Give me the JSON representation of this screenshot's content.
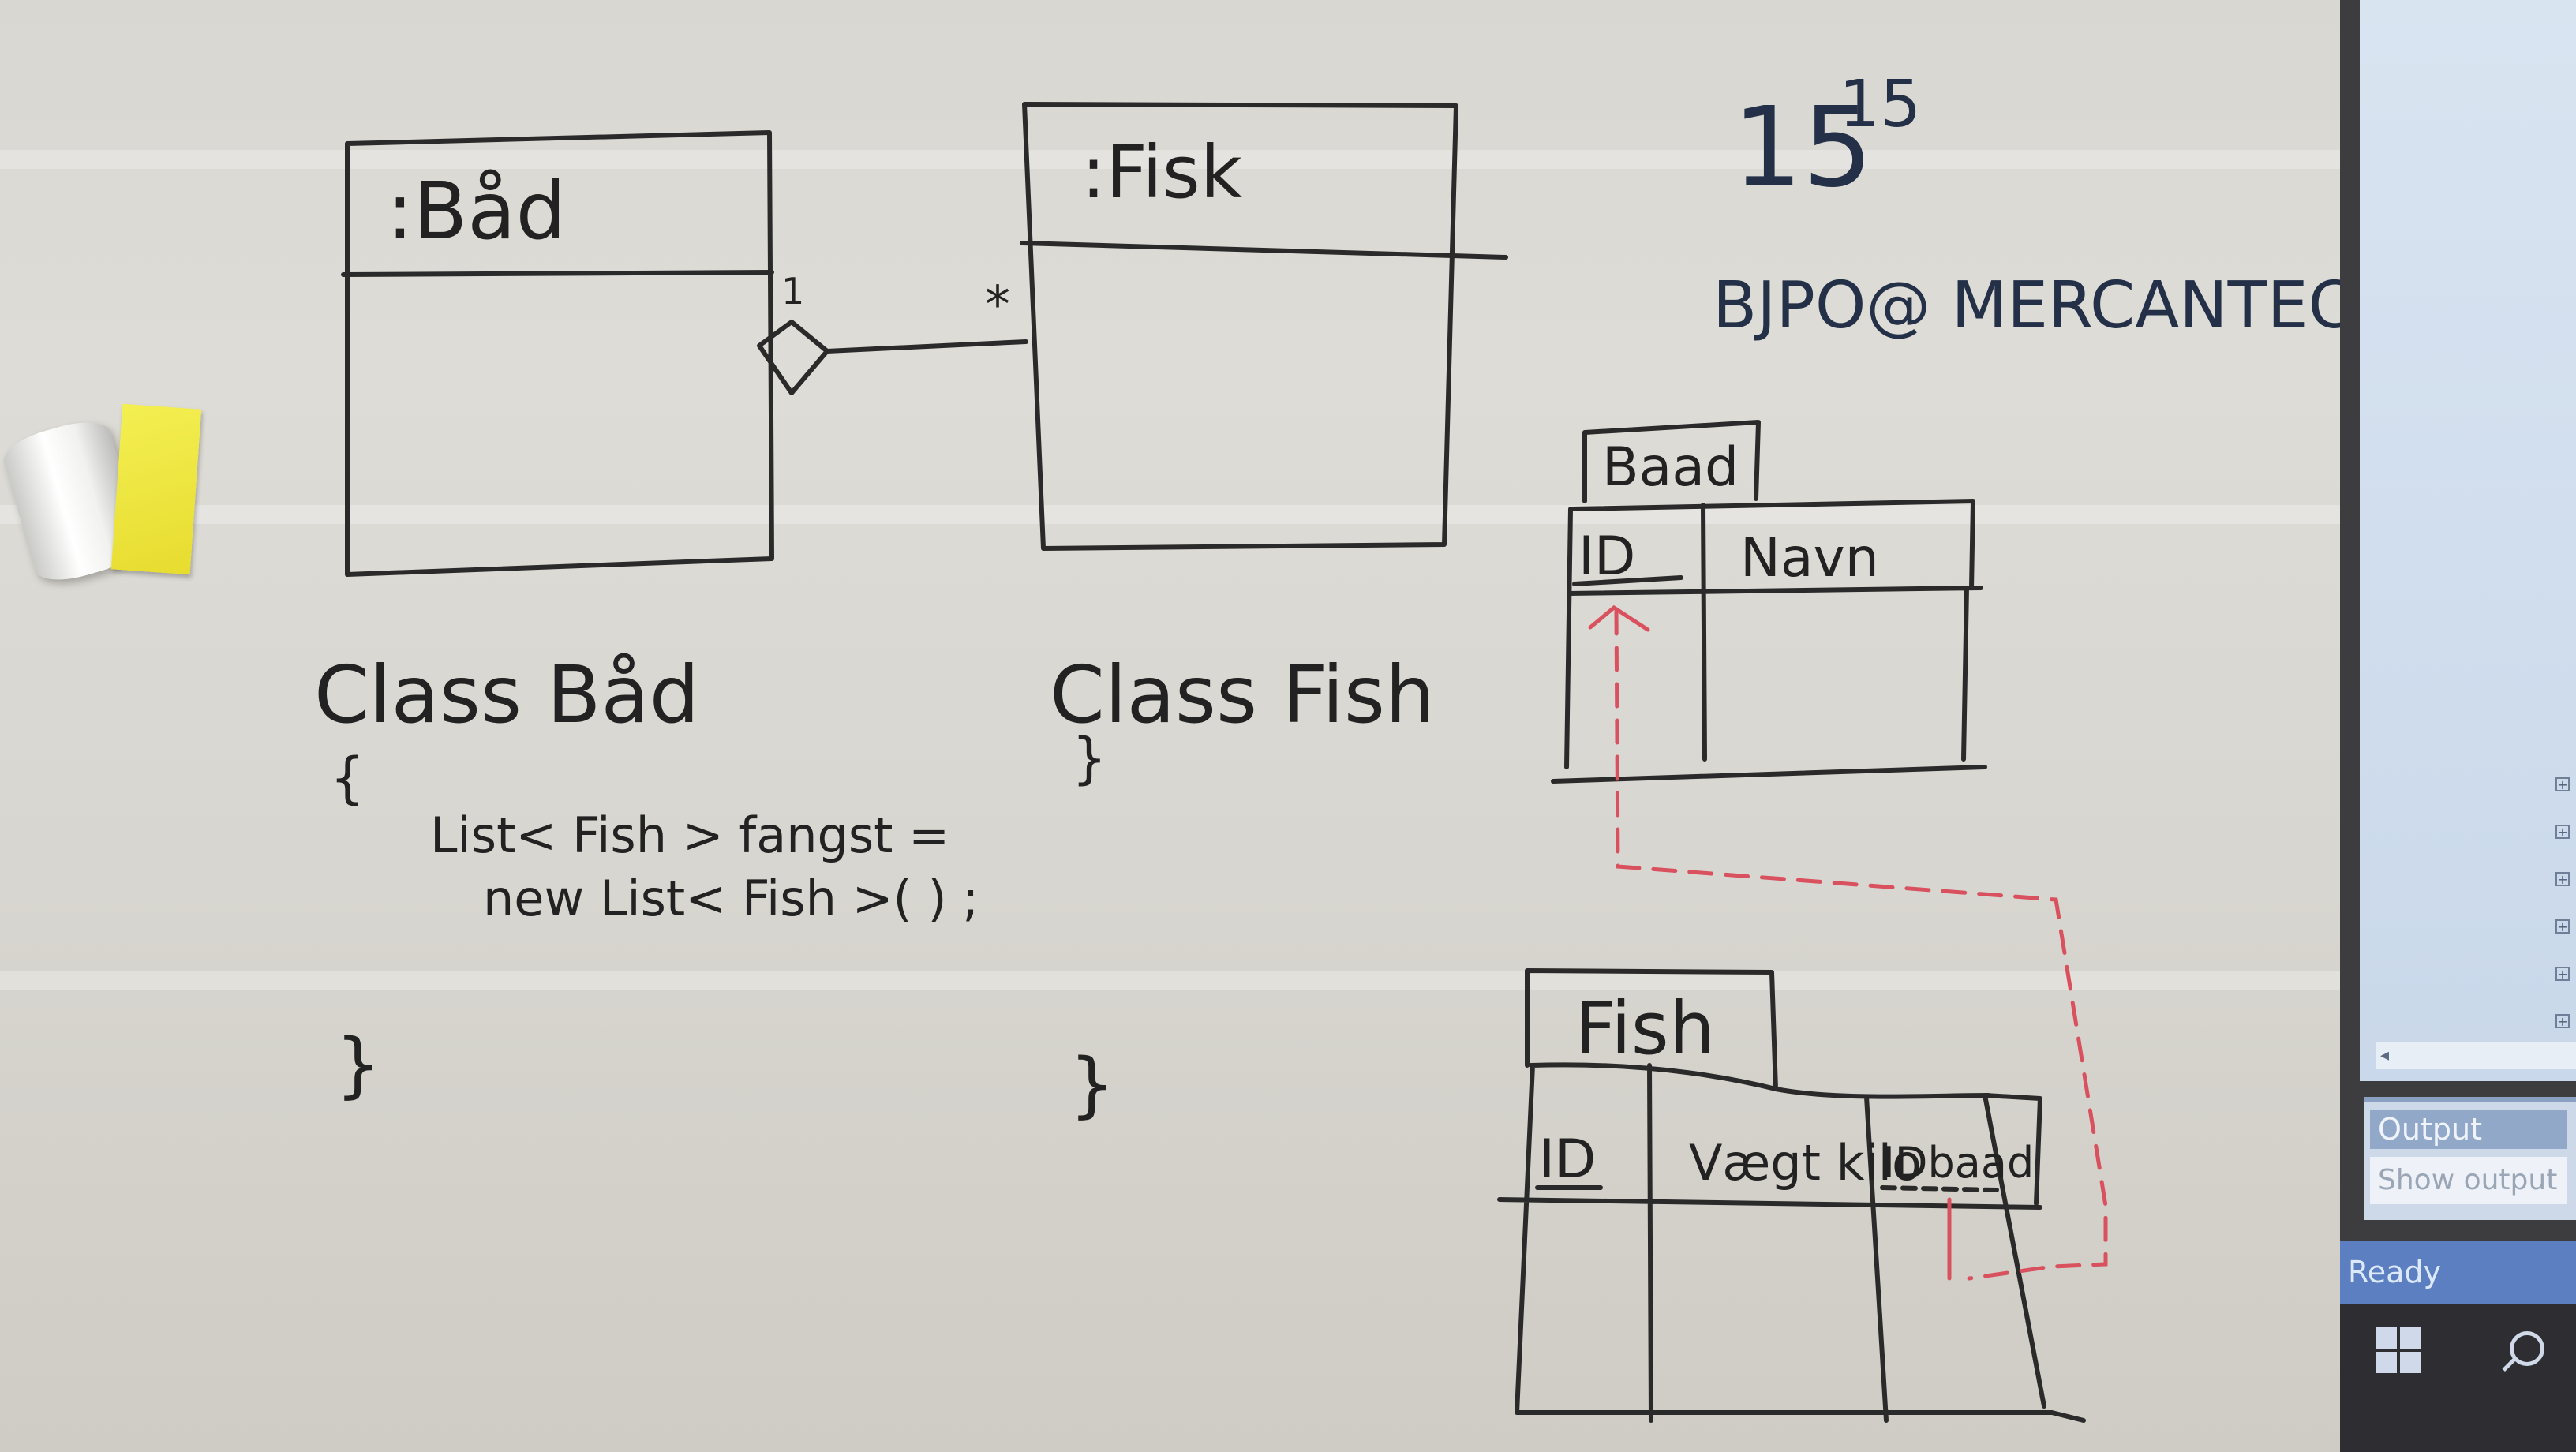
{
  "whiteboard": {
    "uml_class_1": ":Båd",
    "uml_class_2": ":Fisk",
    "multiplicity_one": "1",
    "multiplicity_many": "*",
    "time_main": "15",
    "time_sup": "15",
    "email": "BJPO@ MERCANTEC",
    "code_class_1": "Class Båd",
    "code_brace_open_1": "{",
    "code_line_1": "List< Fish > fangst =",
    "code_line_2": "new List< Fish >( ) ;",
    "code_brace_close_1": "}",
    "code_class_2": "Class Fish",
    "code_braces_2_open": "}",
    "code_braces_2_close": "}",
    "table_1_name": "Baad",
    "table_1_columns": [
      "ID",
      "Navn"
    ],
    "table_2_name": "Fish",
    "table_2_columns": [
      "ID",
      "Vægt kilo",
      "IDbaad"
    ]
  },
  "screen": {
    "output_panel_title": "Output",
    "output_row": "Show output",
    "status": "Ready"
  },
  "colors": {
    "marker_black": "#222222",
    "marker_blue": "#233048",
    "foreign_key_line": "#d9505e",
    "vs_status_bar": "#5b7fc0"
  }
}
